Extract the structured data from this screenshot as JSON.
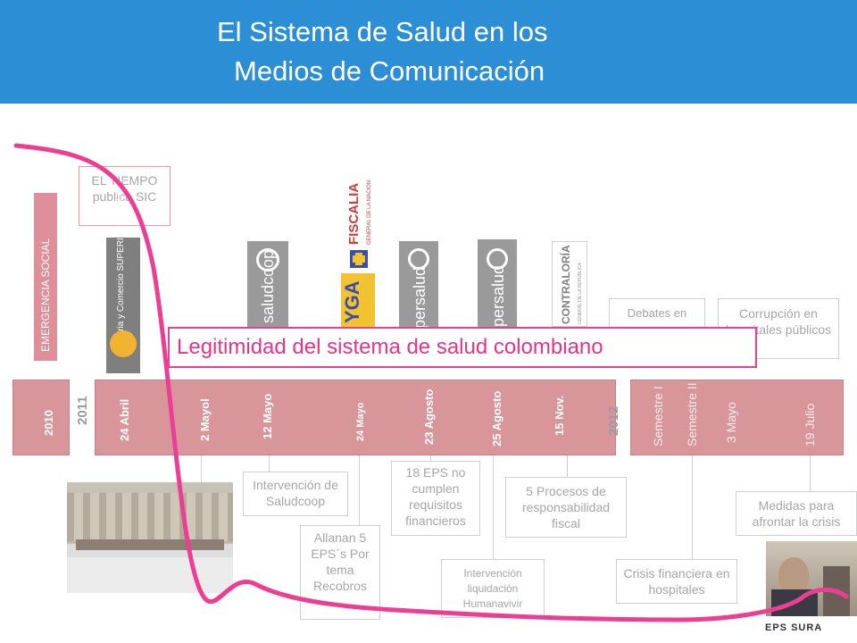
{
  "header": {
    "title_line1": "El Sistema de Salud en los",
    "title_line2": "Medios de Comunicación"
  },
  "timeline": {
    "years": [
      "2010",
      "2011",
      "2012"
    ],
    "dates_2011": [
      "24 Abril",
      "2 Mayol",
      "12 Mayo",
      "24 Mayo",
      "23 Agosto",
      "25 Agosto",
      "15 Nov."
    ],
    "dates_2012": [
      "Semestre I",
      "Semestre II",
      "3 Mayo",
      "19 Julio"
    ]
  },
  "top_labels": {
    "emergencia": "EMERGENCIA SOCIAL",
    "tiempo": "EL TIEMPO publica SIC",
    "logo_sic": "Industria y Comercio SUPERINTENDENCIA",
    "logo_saludcoop": "saludcoop",
    "logo_fiscalia": "FISCALIA",
    "logo_fiscalia_sub": "GENERAL DE LA NACION",
    "logo_fiscalia_part": "YGA",
    "logo_supersalud1": "Supersalud",
    "logo_supersalud2": "Supersalud",
    "logo_contraloria": "CONTRALORÍA",
    "logo_contraloria_sub": "GENERAL DE LA REPUBLICA",
    "debates": "Debates en",
    "corrupcion": "Corrupción en hospitales públicos"
  },
  "bottom_boxes": {
    "saludcoop": "Intervención de Saludcoop",
    "allanan": "Allanan 5 EPS´s Por tema Recobros",
    "eps18": "18 EPS no cumplen requisitos financieros",
    "humanavivir": "Intervención liquidación Humanavivir",
    "procesos": "5 Procesos de responsabilidad fiscal",
    "crisis": "Crisis financiera en hospitales",
    "medidas": "Medidas para afrontar la crisis"
  },
  "legitimidad": "Legitimidad del sistema de salud colombiano",
  "eps_sura": "EPS SURA",
  "colors": {
    "header": "#2c8fd6",
    "timeline_bar": "#d9969a",
    "curve": "#ec3f93"
  }
}
